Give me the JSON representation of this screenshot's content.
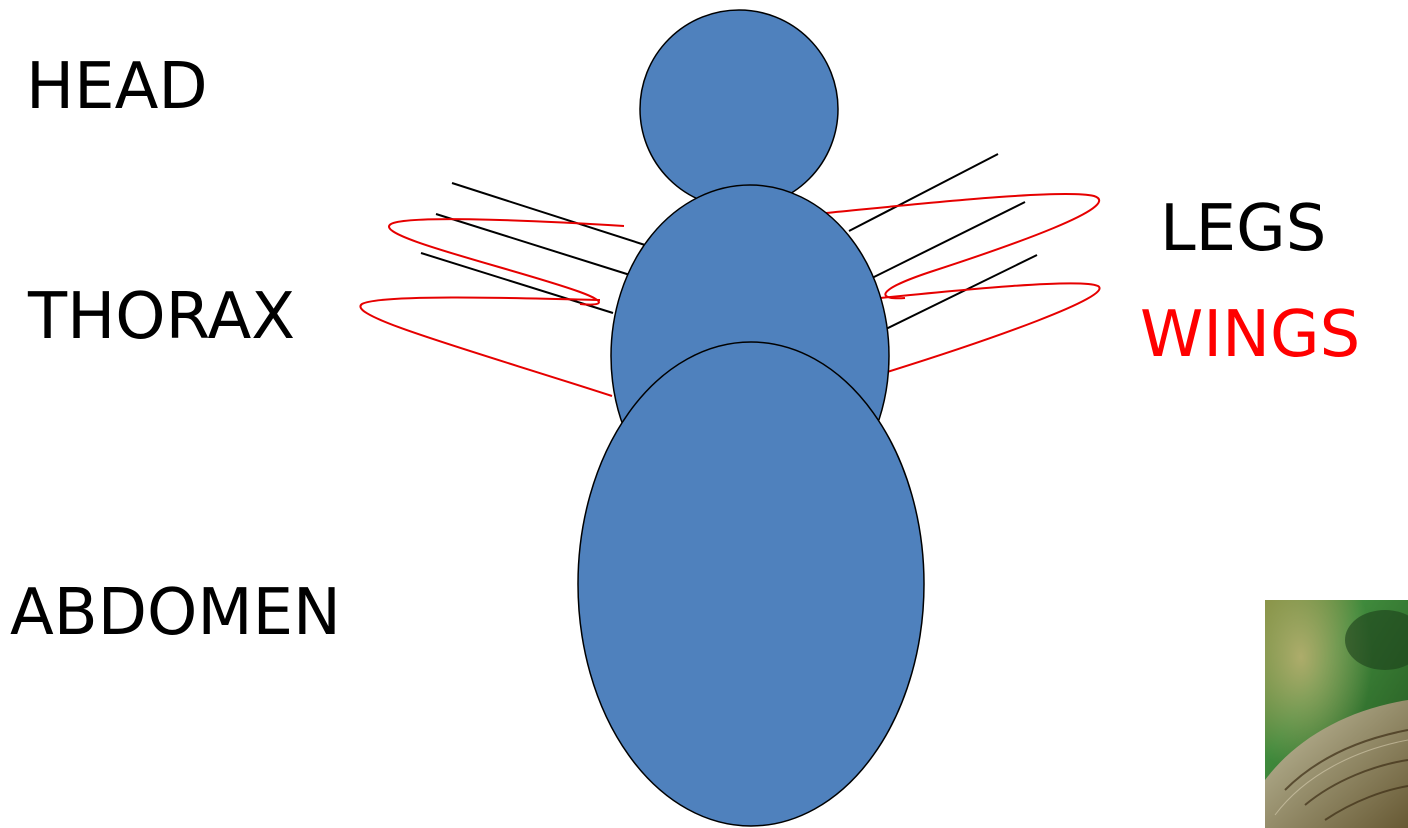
{
  "labels": {
    "head": "HEAD",
    "thorax": "THORAX",
    "abdomen": "ABDOMEN",
    "legs": "LEGS",
    "wings": "WINGS"
  },
  "colors": {
    "body_fill": "#4f81bd",
    "outline": "#000000",
    "wing_stroke": "#e60000",
    "wings_label": "#ff0000",
    "text": "#000000"
  },
  "photo": {
    "description_icon": "insect-photo-icon"
  }
}
